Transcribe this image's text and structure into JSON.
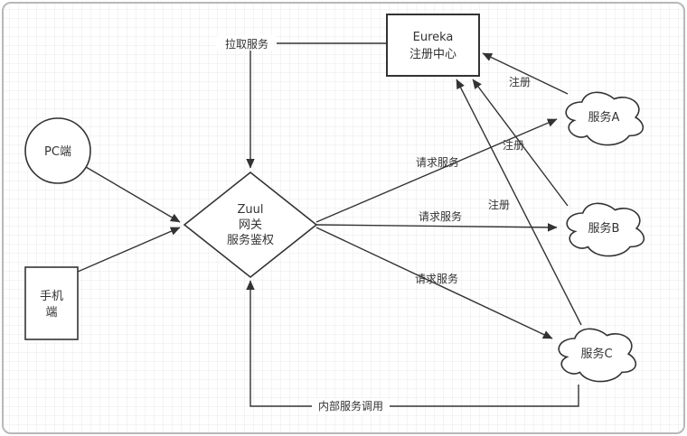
{
  "colors": {
    "stroke": "#333333",
    "text": "#333333",
    "node_fill": "#ffffff",
    "grid": "#e9e9e9",
    "border": "#b8b8b8",
    "canvas": "#ffffff"
  },
  "nodes": {
    "pc": {
      "label": "PC端"
    },
    "mobile": {
      "line1": "手机",
      "line2": "端"
    },
    "zuul": {
      "line1": "Zuul",
      "line2": "网关",
      "line3": "服务鉴权"
    },
    "eureka": {
      "line1": "Eureka",
      "line2": "注册中心"
    },
    "service_a": {
      "label": "服务A"
    },
    "service_b": {
      "label": "服务B"
    },
    "service_c": {
      "label": "服务C"
    }
  },
  "edges": {
    "pull_service": {
      "label": "拉取服务"
    },
    "request_service_a": {
      "label": "请求服务"
    },
    "request_service_b": {
      "label": "请求服务"
    },
    "request_service_c": {
      "label": "请求服务"
    },
    "register_a": {
      "label": "注册"
    },
    "register_b": {
      "label": "注册"
    },
    "register_c": {
      "label": "注册"
    },
    "internal_call": {
      "label": "内部服务调用"
    }
  }
}
